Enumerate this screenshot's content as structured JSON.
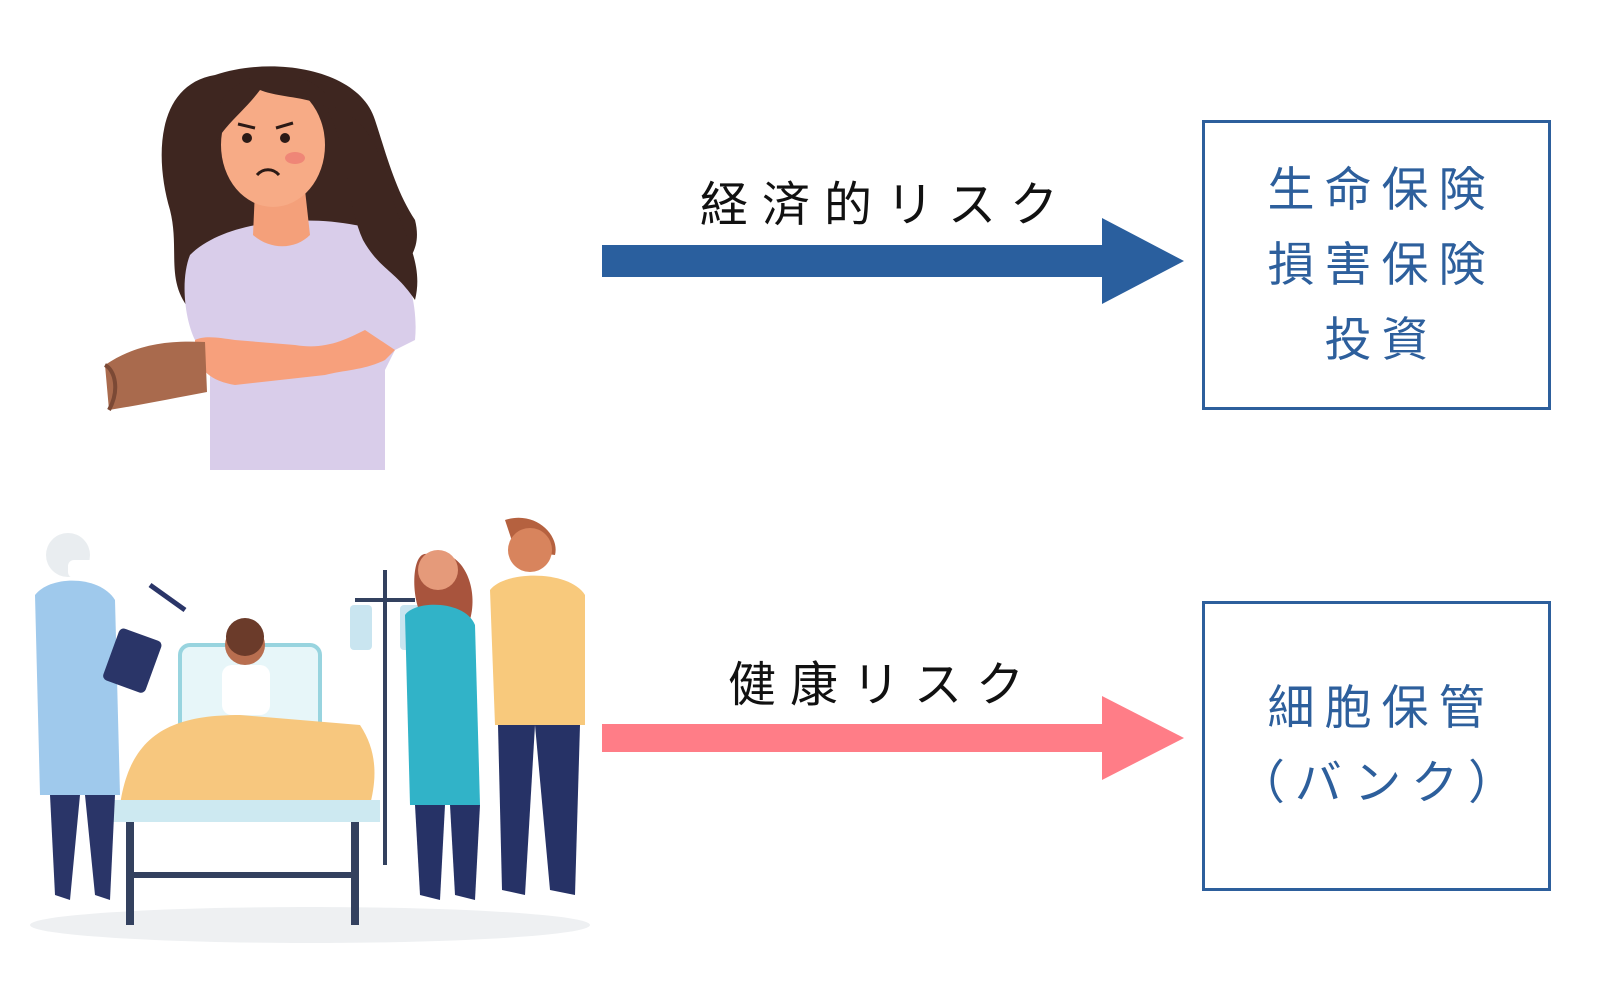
{
  "economic": {
    "label": "経済的リスク",
    "color": "#2a5f9e",
    "solutions": [
      "生命保険",
      "損害保険",
      "投資"
    ]
  },
  "health": {
    "label": "健康リスク",
    "color": "#ff7d87",
    "solutions": [
      "細胞保管",
      "（バンク）"
    ]
  },
  "box_color": "#2d5f9c"
}
